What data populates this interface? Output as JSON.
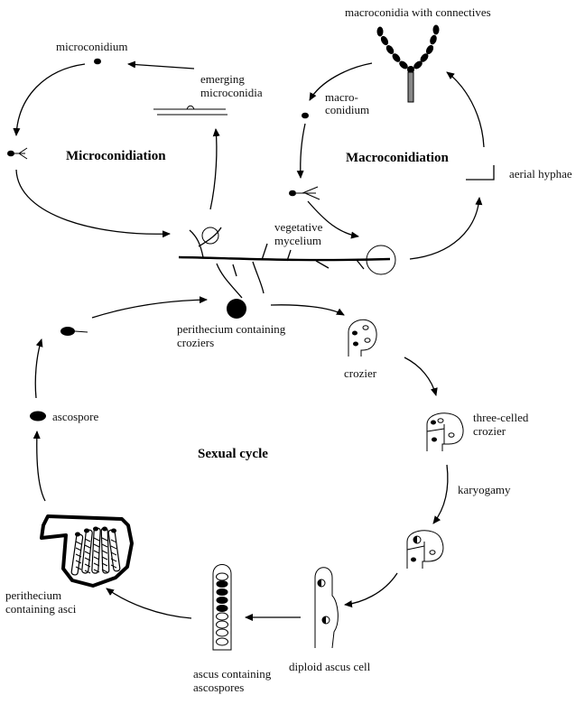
{
  "titles": {
    "micro": "Microconidiation",
    "macro": "Macroconidiation",
    "sexual": "Sexual cycle"
  },
  "labels": {
    "macroconidia_connectives": "macroconidia with connectives",
    "microconidium": "microconidium",
    "emerging_1": "emerging",
    "emerging_2": "microconidia",
    "macro_1": "macro-",
    "macro_2": "conidium",
    "aerial_hyphae": "aerial hyphae",
    "vegetative_1": "vegetative",
    "vegetative_2": "mycelium",
    "perithecium_croziers_1": "perithecium containing",
    "perithecium_croziers_2": "croziers",
    "crozier": "crozier",
    "three_celled_1": "three-celled",
    "three_celled_2": "crozier",
    "karyogamy": "karyogamy",
    "ascospore": "ascospore",
    "perithecium_asci_1": "perithecium",
    "perithecium_asci_2": "containing asci",
    "ascus_1": "ascus containing",
    "ascus_2": "ascospores",
    "diploid": "diploid ascus cell"
  }
}
